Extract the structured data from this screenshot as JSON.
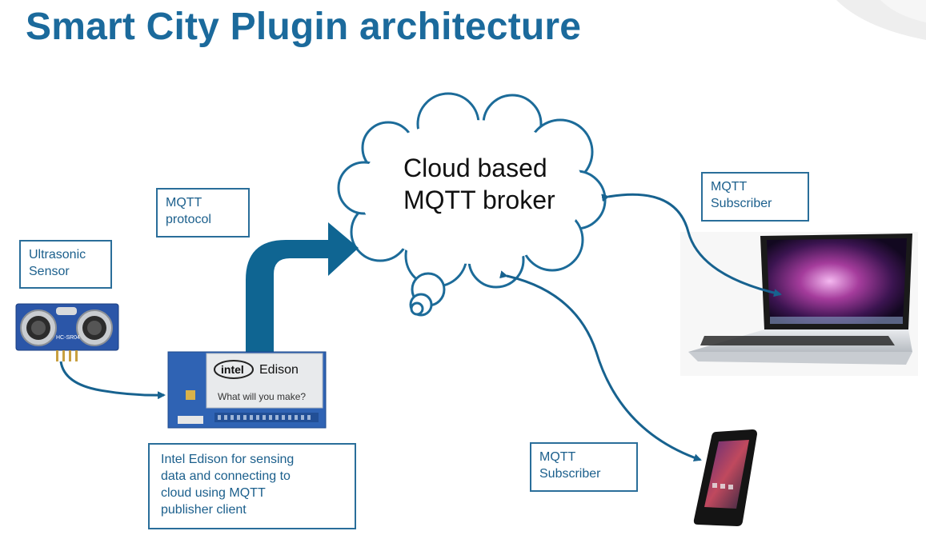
{
  "title": "Smart City Plugin architecture",
  "colors": {
    "title": "#1b6a9c",
    "accent": "#0f6592",
    "arrow": "#17628f",
    "box_border": "#2a6e9a"
  },
  "cloud": {
    "line1": "Cloud based",
    "line2": "MQTT broker"
  },
  "labels": {
    "mqtt_protocol": {
      "line1": "MQTT",
      "line2": "protocol"
    },
    "ultrasonic": {
      "line1": "Ultrasonic",
      "line2": "Sensor"
    },
    "subscriber_laptop": {
      "line1": "MQTT",
      "line2": "Subscriber"
    },
    "subscriber_phone": {
      "line1": "MQTT",
      "line2": "Subscriber"
    },
    "edison": {
      "line1": "Intel Edison for sensing",
      "line2": "data and connecting to",
      "line3": "cloud using MQTT",
      "line4": "publisher client"
    }
  },
  "devices": {
    "edison_board": {
      "brand": "intel",
      "product": "Edison",
      "tagline": "What will you make?"
    },
    "sensor": {
      "model": "HC-SR04"
    },
    "laptop": "laptop-icon",
    "phone": "smartphone-icon"
  }
}
